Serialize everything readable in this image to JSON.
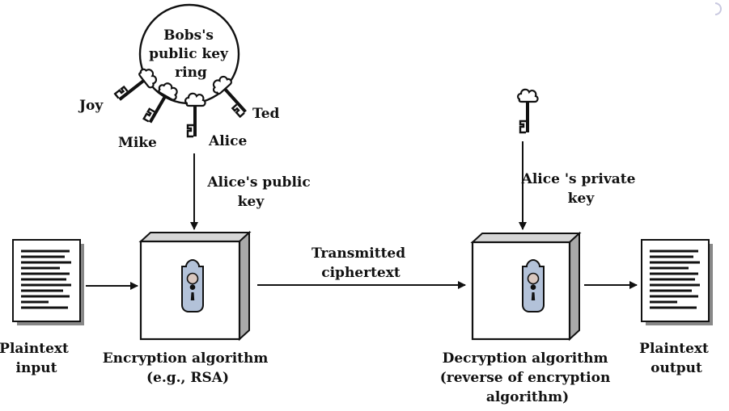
{
  "keyring": {
    "label_lines": [
      "Bobs's",
      "public key",
      "ring"
    ],
    "owners": [
      "Joy",
      "Mike",
      "Alice",
      "Ted"
    ]
  },
  "plaintext_input": {
    "label_lines": [
      "Plaintext",
      "input"
    ]
  },
  "encryption": {
    "key_label_lines": [
      "Alice's public",
      "key"
    ],
    "label_lines": [
      "Encryption algorithm",
      "(e.g., RSA)"
    ]
  },
  "channel": {
    "label_lines": [
      "Transmitted",
      "ciphertext"
    ]
  },
  "decryption": {
    "key_label_lines": [
      "Alice 's private",
      "key"
    ],
    "label_lines": [
      "Decryption algorithm",
      "(reverse of encryption",
      "algorithm)"
    ]
  },
  "plaintext_output": {
    "label_lines": [
      "Plaintext",
      "output"
    ]
  },
  "colors": {
    "line": "#111111",
    "box_face": "#ffffff",
    "box_top": "#d6d6d6",
    "box_side": "#a9a9a9",
    "lock_plate": "#b3c2d9",
    "lock_knob": "#d9c7bf",
    "paper_shadow": "#888888"
  }
}
